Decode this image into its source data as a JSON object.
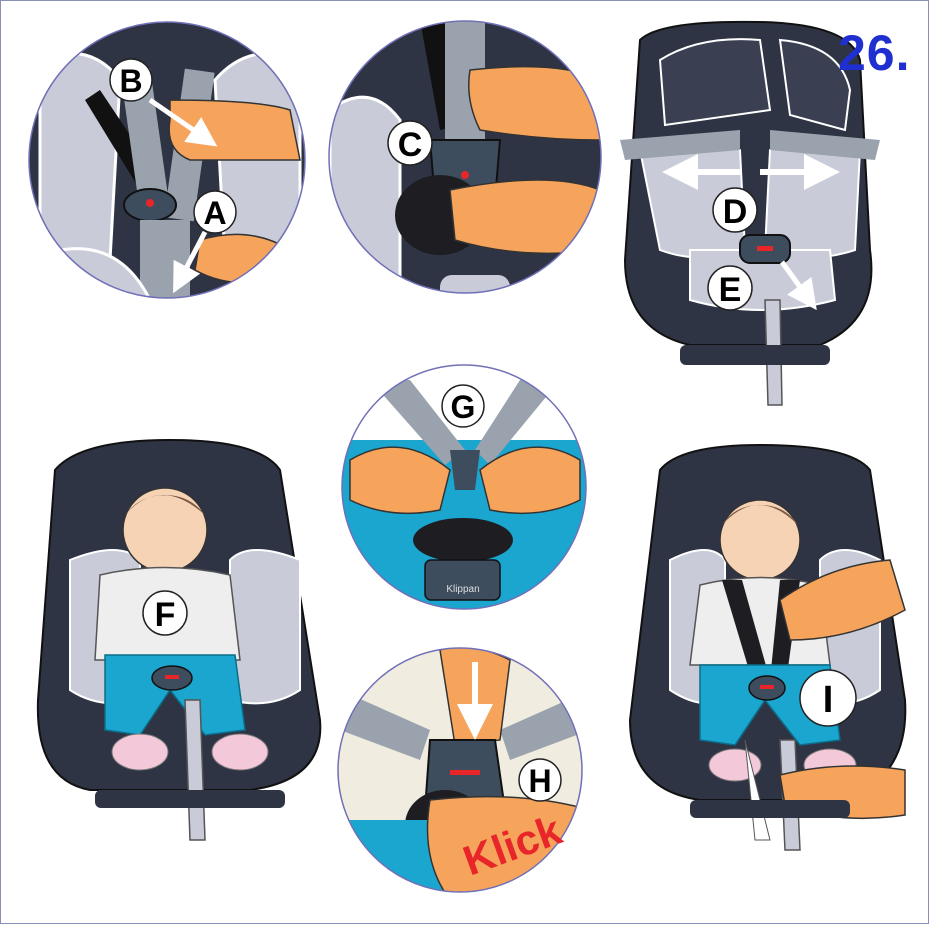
{
  "step_number": "26.",
  "labels": {
    "a": "A",
    "b": "B",
    "c": "C",
    "d": "D",
    "e": "E",
    "f": "F",
    "g": "G",
    "h": "H",
    "i": "I"
  },
  "buckle_brand": "Klippan",
  "click_word": "Klick",
  "colors": {
    "step_number": "#1f2fd0",
    "seat_dark": "#2f3445",
    "seat_light": "#c9ccd8",
    "strap": "#9aa3ad",
    "hand": "#f6a45c",
    "clothes_blue": "#1aa6cf",
    "klick_red": "#e8262a"
  }
}
